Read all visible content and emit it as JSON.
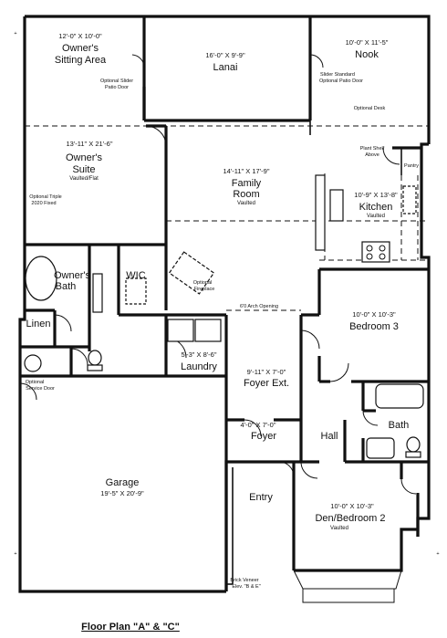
{
  "plan_title": "Floor Plan \"A\" & \"C\"",
  "rooms": {
    "owners_sitting": {
      "dim": "12'-0\" X 10'-0\"",
      "name_l1": "Owner's",
      "name_l2": "Sitting Area"
    },
    "lanai": {
      "dim": "16'-0\" X 9'-9\"",
      "name": "Lanai"
    },
    "nook": {
      "dim": "10'-0\" X 11'-5\"",
      "name": "Nook"
    },
    "owners_suite": {
      "dim": "13'-11\" X 21'-6\"",
      "name_l1": "Owner's",
      "name_l2": "Suite",
      "note": "Vaulted/Flat"
    },
    "family_room": {
      "dim": "14'-11\" X 17'-9\"",
      "name_l1": "Family",
      "name_l2": "Room",
      "note": "Vaulted"
    },
    "kitchen": {
      "dim": "10'-9\" X 13'-8\"",
      "name": "Kitchen",
      "note": "Vaulted"
    },
    "owners_bath": {
      "name_l1": "Owner's",
      "name_l2": "Bath"
    },
    "wic": {
      "name": "WIC"
    },
    "linen": {
      "name": "Linen"
    },
    "laundry": {
      "dim": "5'-3\" X 8'-6\"",
      "name": "Laundry"
    },
    "foyer_ext": {
      "dim": "9'-11\" X 7'-0\"",
      "name": "Foyer Ext."
    },
    "bedroom3": {
      "dim": "10'-0\" X 10'-3\"",
      "name": "Bedroom 3"
    },
    "hall": {
      "name": "Hall"
    },
    "bath": {
      "name": "Bath"
    },
    "foyer": {
      "dim": "4'-0\" X 7'-0\"",
      "name": "Foyer"
    },
    "garage": {
      "name": "Garage",
      "dim": "19'-5\" X 20'-9\""
    },
    "entry": {
      "name": "Entry"
    },
    "den": {
      "dim": "10'-0\" X 10'-3\"",
      "name": "Den/Bedroom 2",
      "note": "Vaulted"
    }
  },
  "notes": {
    "optional_slider_l1": "Optional Slider",
    "optional_slider_l2": "Patio Door",
    "slider_standard_l1": "Slider Standard",
    "slider_standard_l2": "Optional Patio Door",
    "optional_desk": "Optional Desk",
    "plant_shelf_l1": "Plant Shelf",
    "plant_shelf_l2": "Above",
    "pantry": "Pantry",
    "optional_triple_l1": "Optional Triple",
    "optional_triple_l2": "2020 Fixed",
    "optional_fireplace_l1": "Optional",
    "optional_fireplace_l2": "Fireplace",
    "arch_opening": "6'0 Arch Opening",
    "optional_service_door_l1": "Optional",
    "optional_service_door_l2": "Service Door",
    "brick_veneer_l1": "Brick Veneer",
    "brick_veneer_l2": "Elev. \"B & E\""
  }
}
